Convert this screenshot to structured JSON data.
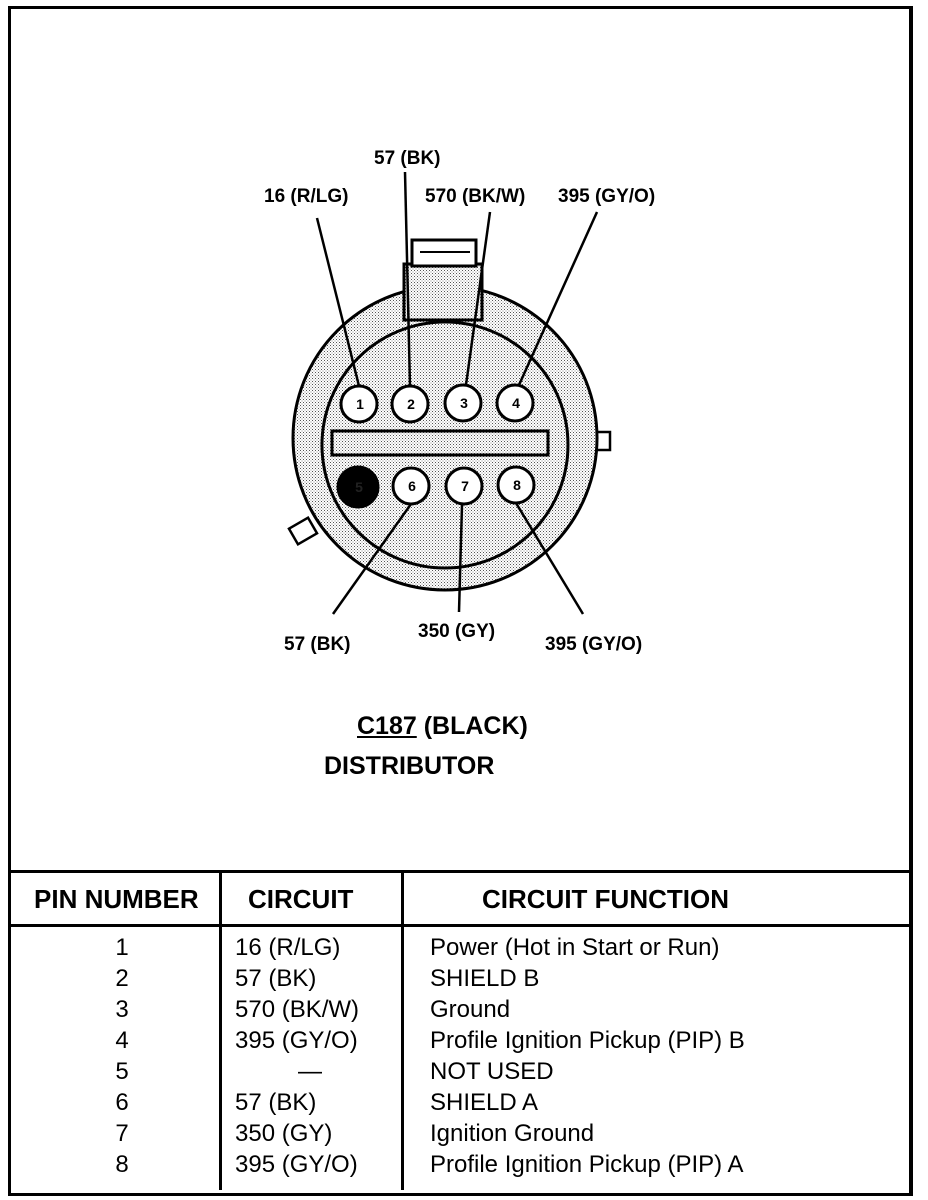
{
  "connector": {
    "id": "C187",
    "color_label": "(BLACK)",
    "component": "DISTRIBUTOR"
  },
  "diagram": {
    "top_pins": [
      {
        "num": "1",
        "label": "16 (R/LG)"
      },
      {
        "num": "2",
        "label": "57 (BK)"
      },
      {
        "num": "3",
        "label": "570 (BK/W)"
      },
      {
        "num": "4",
        "label": "395 (GY/O)"
      }
    ],
    "bottom_pins": [
      {
        "num": "5",
        "label": "",
        "filled": true
      },
      {
        "num": "6",
        "label": "57 (BK)"
      },
      {
        "num": "7",
        "label": "350 (GY)"
      },
      {
        "num": "8",
        "label": "395 (GY/O)"
      }
    ]
  },
  "table": {
    "headers": {
      "pin": "PIN NUMBER",
      "circuit": "CIRCUIT",
      "function": "CIRCUIT FUNCTION"
    },
    "rows": [
      {
        "pin": "1",
        "circuit": "16 (R/LG)",
        "function": "Power (Hot in Start or Run)"
      },
      {
        "pin": "2",
        "circuit": "57 (BK)",
        "function": "SHIELD B"
      },
      {
        "pin": "3",
        "circuit": "570 (BK/W)",
        "function": "Ground"
      },
      {
        "pin": "4",
        "circuit": "395 (GY/O)",
        "function": "Profile Ignition Pickup (PIP) B"
      },
      {
        "pin": "5",
        "circuit": "—",
        "function": "NOT USED"
      },
      {
        "pin": "6",
        "circuit": "57 (BK)",
        "function": "SHIELD A"
      },
      {
        "pin": "7",
        "circuit": "350 (GY)",
        "function": "Ignition Ground"
      },
      {
        "pin": "8",
        "circuit": "395 (GY/O)",
        "function": "Profile Ignition Pickup (PIP) A"
      }
    ]
  }
}
